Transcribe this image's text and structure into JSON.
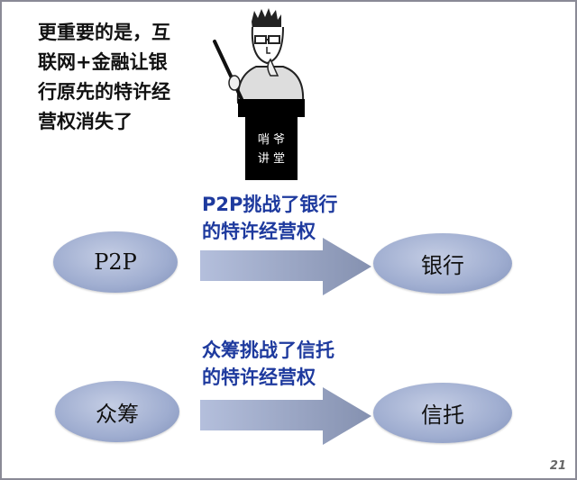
{
  "intro_lines": [
    "更重要的是，互",
    "联网+金融让银",
    "行原先的特许经",
    "营权消失了"
  ],
  "podium_logo": "哨爷讲堂",
  "rows": [
    {
      "caption": [
        "P2P挑战了银行",
        "的特许经营权"
      ],
      "from": "P2P",
      "to": "银行"
    },
    {
      "caption": [
        "众筹挑战了信托",
        "的特许经营权"
      ],
      "from": "众筹",
      "to": "信托"
    }
  ],
  "page_number": "21",
  "colors": {
    "caption": "#1e3a9e",
    "ellipse": "#9fadd0",
    "border": "#8a8a96"
  }
}
